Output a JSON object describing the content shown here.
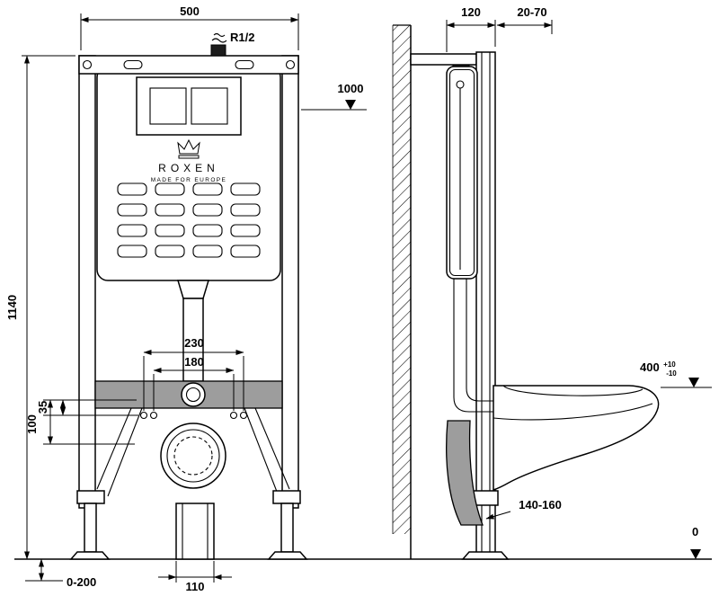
{
  "colors": {
    "line": "#000000",
    "background": "#ffffff",
    "steel_gray": "#9d9d9d"
  },
  "brand": {
    "name": "ROXEN",
    "tagline": "MADE FOR EUROPE"
  },
  "front_view": {
    "width": "500",
    "inlet_thread": "R1/2",
    "height": "1140",
    "install_level": "1000",
    "fixing_span_outer": "230",
    "fixing_span_inner": "180",
    "offset_35": "35",
    "offset_100": "100",
    "outlet_width": "110",
    "foot_range": "0-200"
  },
  "side_view": {
    "depth": "120",
    "wall_clearance": "20-70",
    "bowl_height": "400",
    "bowl_height_plus": "+10",
    "bowl_height_minus": "-10",
    "outlet_height": "140-160",
    "floor": "0"
  }
}
